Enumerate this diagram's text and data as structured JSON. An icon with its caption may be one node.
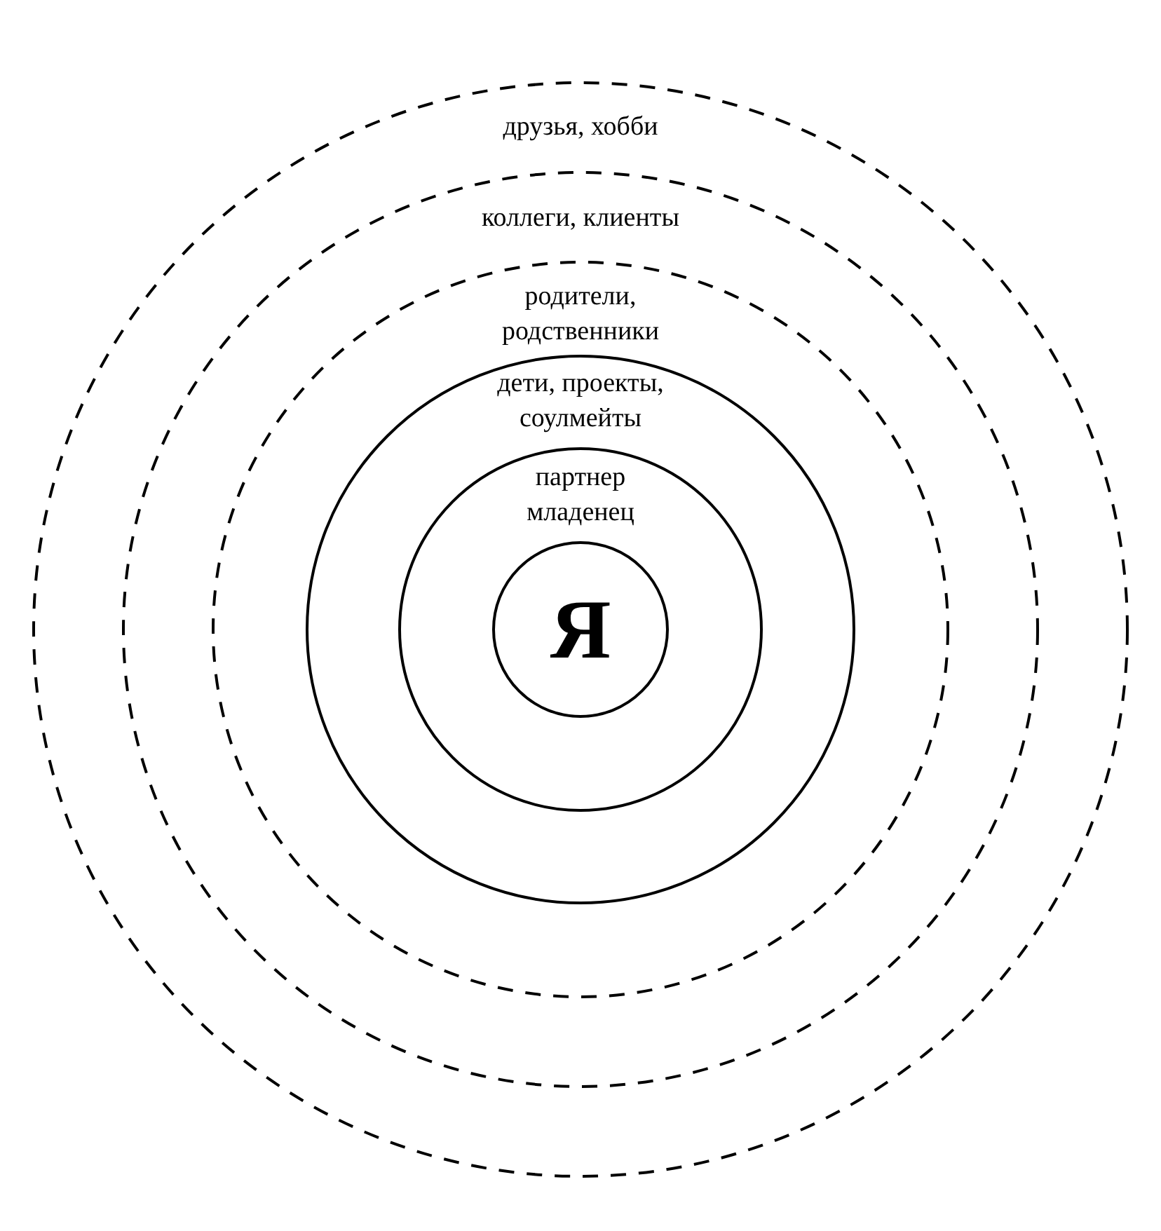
{
  "diagram": {
    "nodes": [
      {
        "text": [
          "друзья, хобби"
        ]
      },
      {
        "text": [
          "коллеги, клиенты"
        ],
        "in": 0
      },
      {
        "text": [
          "родители, родственники"
        ],
        "in": 1
      },
      {
        "text": [
          "дети, проекты, соулмейты"
        ],
        "in": 2
      },
      {
        "text": [
          "партнер младенец"
        ],
        "in": 3
      },
      {
        "text": [
          "Я"
        ],
        "in": 4
      }
    ]
  }
}
